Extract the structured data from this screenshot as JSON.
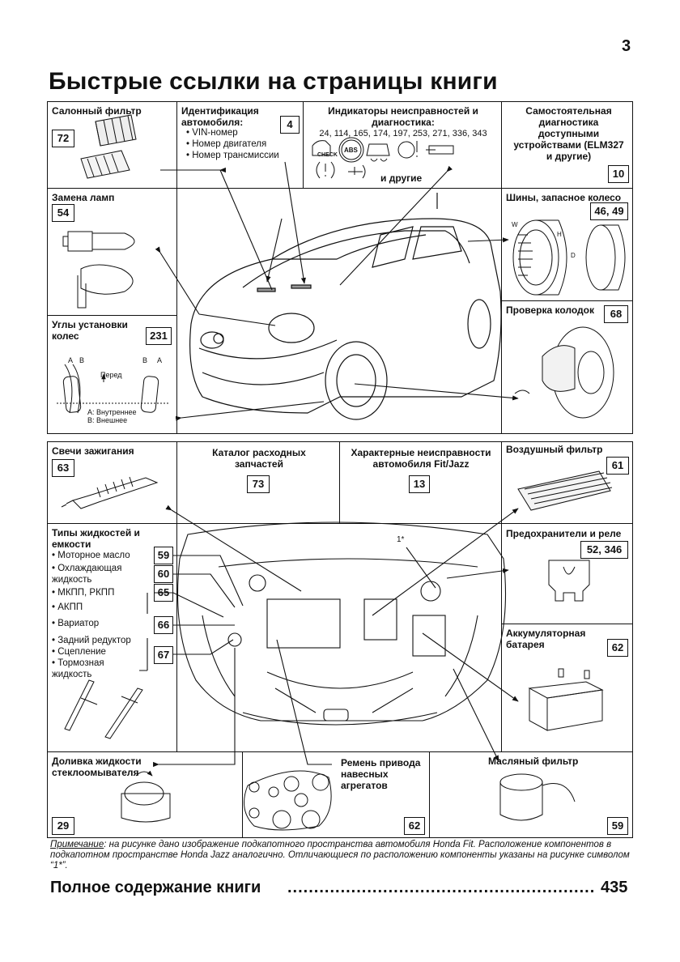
{
  "page_number": "3",
  "title": "Быстрые ссылки на страницы книги",
  "top": {
    "cabin_filter": {
      "label": "Салонный фильтр",
      "page": "72"
    },
    "vehicle_id": {
      "label": "Идентификация автомобиля:",
      "items": [
        "VIN-номер",
        "Номер двигателя",
        "Номер трансмиссии"
      ],
      "page": "4"
    },
    "indicators": {
      "label": "Индикаторы неисправностей и диагностика:",
      "pages": "24, 114, 165, 174, 197, 253, 271, 336, 343",
      "icon_check": "CHECK",
      "icon_abs": "ABS",
      "other": "и другие"
    },
    "self_diag": {
      "label": "Самостоятельная диагностика доступными устройствами (ELM327 и другие)",
      "page": "10"
    },
    "lamps": {
      "label": "Замена ламп",
      "page": "54"
    },
    "tires": {
      "label": "Шины, запасное колесо",
      "page": "46, 49"
    },
    "pads": {
      "label": "Проверка колодок",
      "page": "68"
    },
    "alignment": {
      "label": "Углы установки колес",
      "page": "231",
      "front": "Перед",
      "inner": "A: Внутреннее",
      "outer": "B: Внешнее"
    }
  },
  "bottom": {
    "spark": {
      "label": "Свечи зажигания",
      "page": "63"
    },
    "catalog": {
      "label": "Каталог расходных запчастей",
      "page": "73"
    },
    "faults": {
      "label": "Характерные неисправности автомобиля Fit/Jazz",
      "page": "13"
    },
    "air_filter": {
      "label": "Воздушный фильтр",
      "page": "61"
    },
    "fluids": {
      "label": "Типы жидкостей и емкости",
      "items": [
        {
          "text": "Моторное масло",
          "page": "59"
        },
        {
          "text": "Охлаждающая жидкость",
          "page": "60"
        },
        {
          "text": "МКПП, РКПП",
          "page": "65"
        },
        {
          "text": "АКПП",
          "page": ""
        },
        {
          "text": "Вариатор",
          "page": "66"
        },
        {
          "text": "Задний редуктор",
          "page": "67"
        },
        {
          "text": "Сцепление",
          "page": ""
        },
        {
          "text": "Тормозная жидкость",
          "page": ""
        }
      ]
    },
    "fuses": {
      "label": "Предохранители и реле",
      "page": "52, 346"
    },
    "battery": {
      "label": "Аккумуляторная батарея",
      "page": "62"
    },
    "washer": {
      "label": "Доливка жидкости стеклоомывателя",
      "page": "29"
    },
    "belt": {
      "label": "Ремень привода навесных агрегатов",
      "page": "62"
    },
    "oil_filter": {
      "label": "Масляный фильтр",
      "page": "59"
    },
    "marker": "1*"
  },
  "note": {
    "prefix": "Примечание",
    "text": ": на рисунке дано изображение подкапотного пространства автомобиля Honda Fit. Расположение компонентов в подкапотном пространстве Honda Jazz аналогично. Отличающиеся по расположению компоненты указаны на рисунке символом “1*”."
  },
  "toc": {
    "label": "Полное содержание книги",
    "page": "435"
  }
}
